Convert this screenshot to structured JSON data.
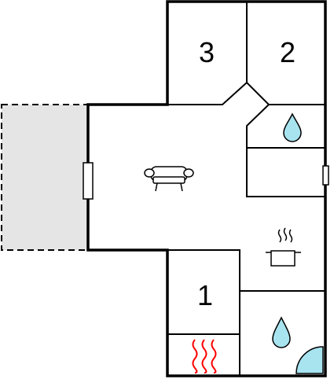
{
  "floorplan": {
    "rooms": [
      {
        "id": "bedroom-3",
        "label": "3"
      },
      {
        "id": "bedroom-2",
        "label": "2"
      },
      {
        "id": "bedroom-1",
        "label": "1"
      }
    ],
    "icons": [
      "sofa-icon",
      "cooking-pot-icon",
      "water-drop-icon",
      "water-drop-icon",
      "sauna-heat-icon",
      "shower-icon"
    ],
    "colors": {
      "wall": "#000000",
      "terrace_fill": "#e5e5e5",
      "water": "#a8e4f0",
      "water_stroke": "#000000",
      "sauna_heat": "#ff0000"
    }
  }
}
